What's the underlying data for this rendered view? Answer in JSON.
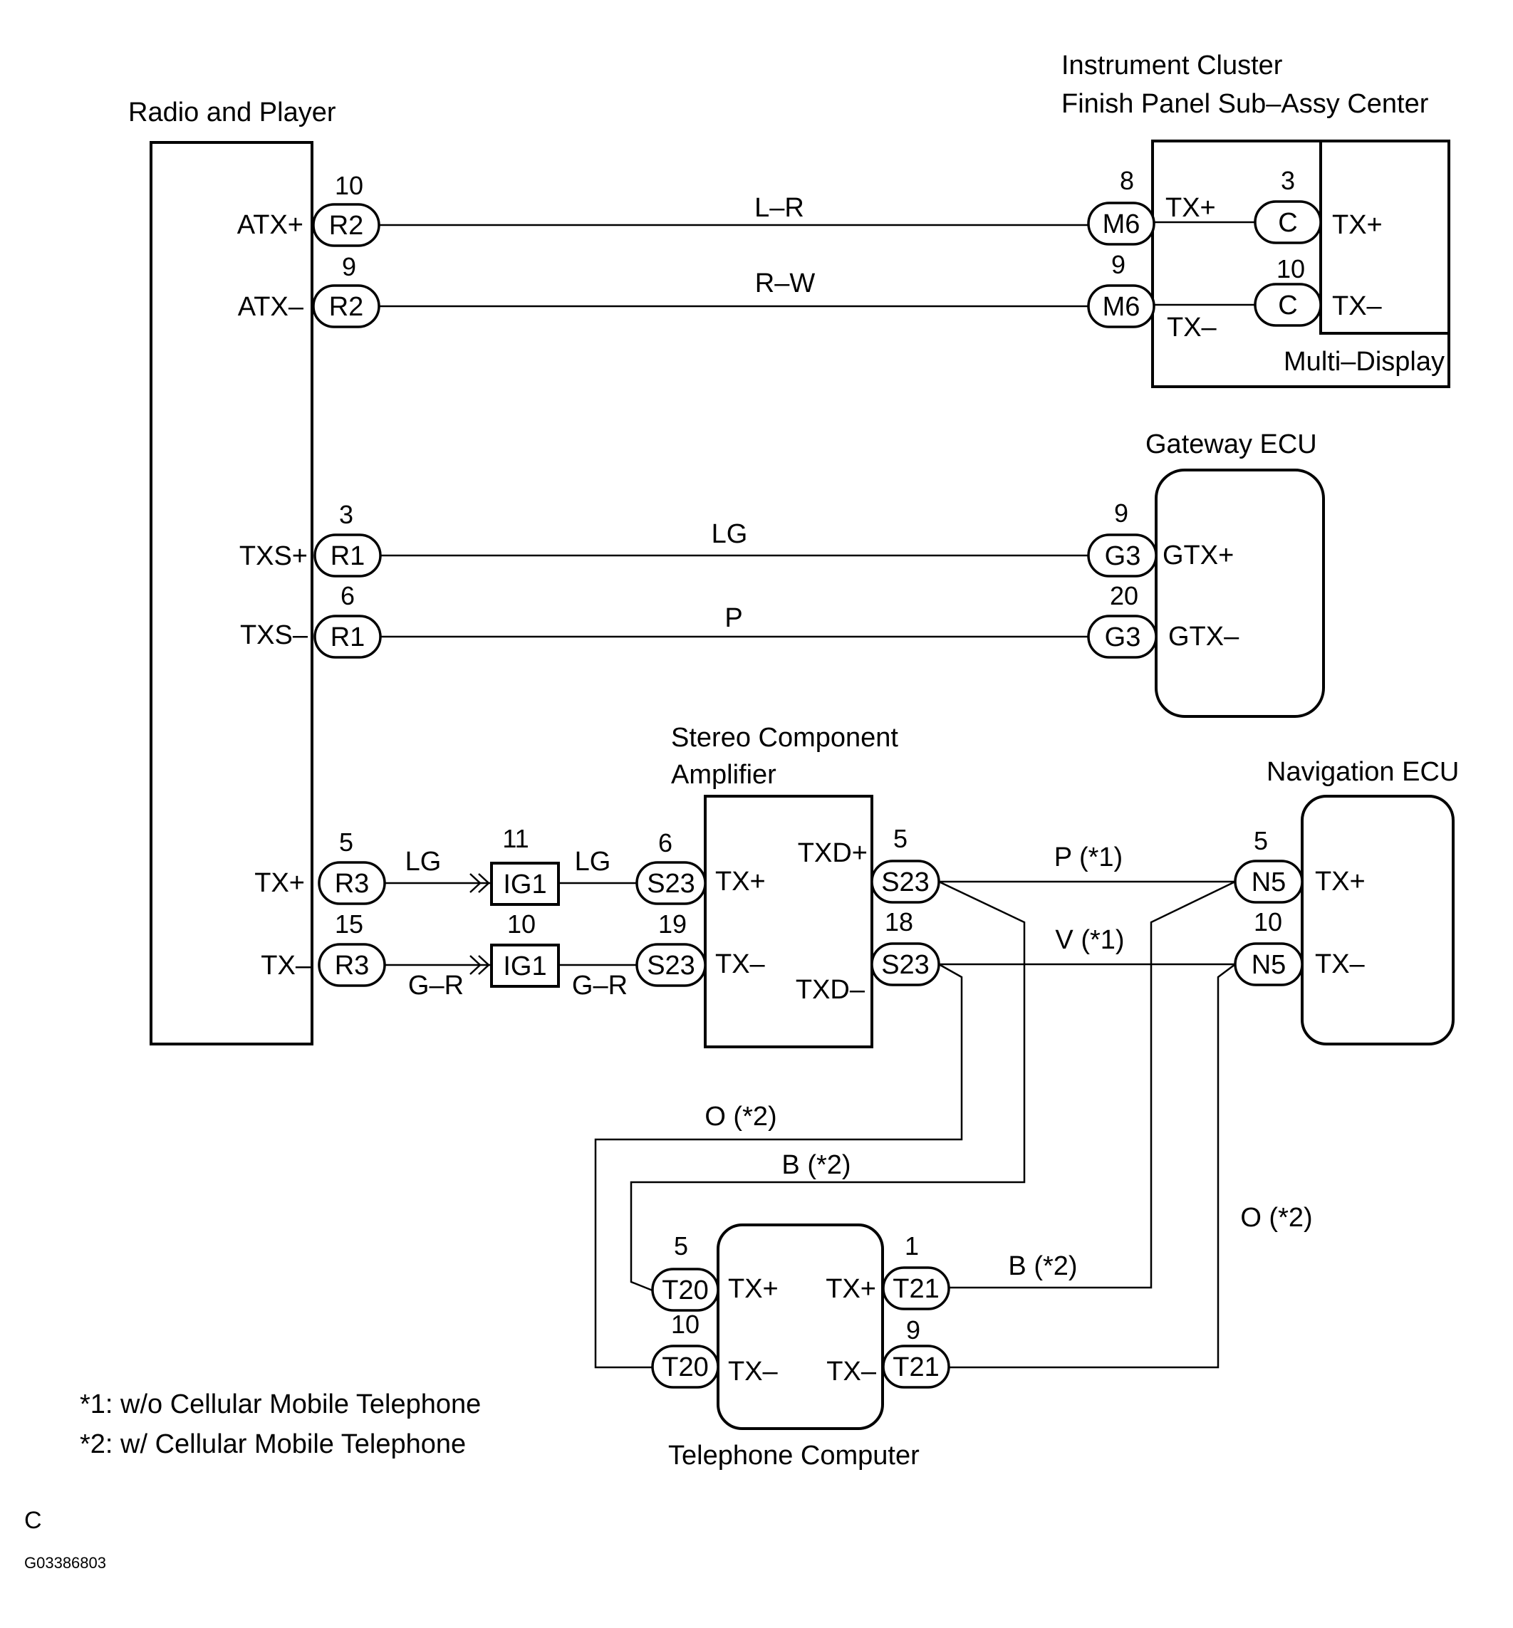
{
  "components": {
    "radio": "Radio and Player",
    "cluster_line1": "Instrument Cluster",
    "cluster_line2": "Finish Panel Sub–Assy Center",
    "multi_display": "Multi–Display",
    "gateway": "Gateway ECU",
    "amp_line1": "Stereo Component",
    "amp_line2": "Amplifier",
    "navigation": "Navigation ECU",
    "telephone": "Telephone Computer"
  },
  "terminals": {
    "atx_plus": "ATX+",
    "atx_minus": "ATX–",
    "txs_plus": "TXS+",
    "txs_minus": "TXS–",
    "radio_tx_plus": "TX+",
    "radio_tx_minus": "TX–",
    "cluster_tx_plus": "TX+",
    "cluster_tx_minus": "TX–",
    "md_tx_plus": "TX+",
    "md_tx_minus": "TX–",
    "gtx_plus": "GTX+",
    "gtx_minus": "GTX–",
    "amp_tx_plus": "TX+",
    "amp_tx_minus": "TX–",
    "txd_plus": "TXD+",
    "txd_minus": "TXD–",
    "nav_tx_plus": "TX+",
    "nav_tx_minus": "TX–",
    "tel_l_tx_plus": "TX+",
    "tel_l_tx_minus": "TX–",
    "tel_r_tx_plus": "TX+",
    "tel_r_tx_minus": "TX–"
  },
  "connectors": {
    "r2_a": {
      "code": "R2",
      "pin": "10"
    },
    "r2_b": {
      "code": "R2",
      "pin": "9"
    },
    "r1_a": {
      "code": "R1",
      "pin": "3"
    },
    "r1_b": {
      "code": "R1",
      "pin": "6"
    },
    "r3_a": {
      "code": "R3",
      "pin": "5"
    },
    "r3_b": {
      "code": "R3",
      "pin": "15"
    },
    "m6_a": {
      "code": "M6",
      "pin": "8"
    },
    "m6_b": {
      "code": "M6",
      "pin": "9"
    },
    "c_a": {
      "code": "C",
      "pin": "3"
    },
    "c_b": {
      "code": "C",
      "pin": "10"
    },
    "g3_a": {
      "code": "G3",
      "pin": "9"
    },
    "g3_b": {
      "code": "G3",
      "pin": "20"
    },
    "ig1_a": {
      "code": "IG1",
      "pin": "11"
    },
    "ig1_b": {
      "code": "IG1",
      "pin": "10"
    },
    "s23_la": {
      "code": "S23",
      "pin": "6"
    },
    "s23_lb": {
      "code": "S23",
      "pin": "19"
    },
    "s23_ra": {
      "code": "S23",
      "pin": "5"
    },
    "s23_rb": {
      "code": "S23",
      "pin": "18"
    },
    "n5_a": {
      "code": "N5",
      "pin": "5"
    },
    "n5_b": {
      "code": "N5",
      "pin": "10"
    },
    "t20_a": {
      "code": "T20",
      "pin": "5"
    },
    "t20_b": {
      "code": "T20",
      "pin": "10"
    },
    "t21_a": {
      "code": "T21",
      "pin": "1"
    },
    "t21_b": {
      "code": "T21",
      "pin": "9"
    }
  },
  "wire_colors": {
    "atx_plus": "L–R",
    "atx_minus": "R–W",
    "txs_plus": "LG",
    "txs_minus": "P",
    "tx_plus_a": "LG",
    "tx_plus_b": "LG",
    "tx_minus_a": "G–R",
    "tx_minus_b": "G–R",
    "nav_plus": "P (*1)",
    "nav_minus": "V (*1)",
    "tel_o_left": "O (*2)",
    "tel_b_left": "B (*2)",
    "tel_b_right": "B (*2)",
    "tel_o_right": "O (*2)"
  },
  "notes": {
    "note1": "*1: w/o Cellular Mobile Telephone",
    "note2": "*2: w/ Cellular Mobile Telephone"
  },
  "footer": {
    "letter": "C",
    "code": "G03386803"
  }
}
